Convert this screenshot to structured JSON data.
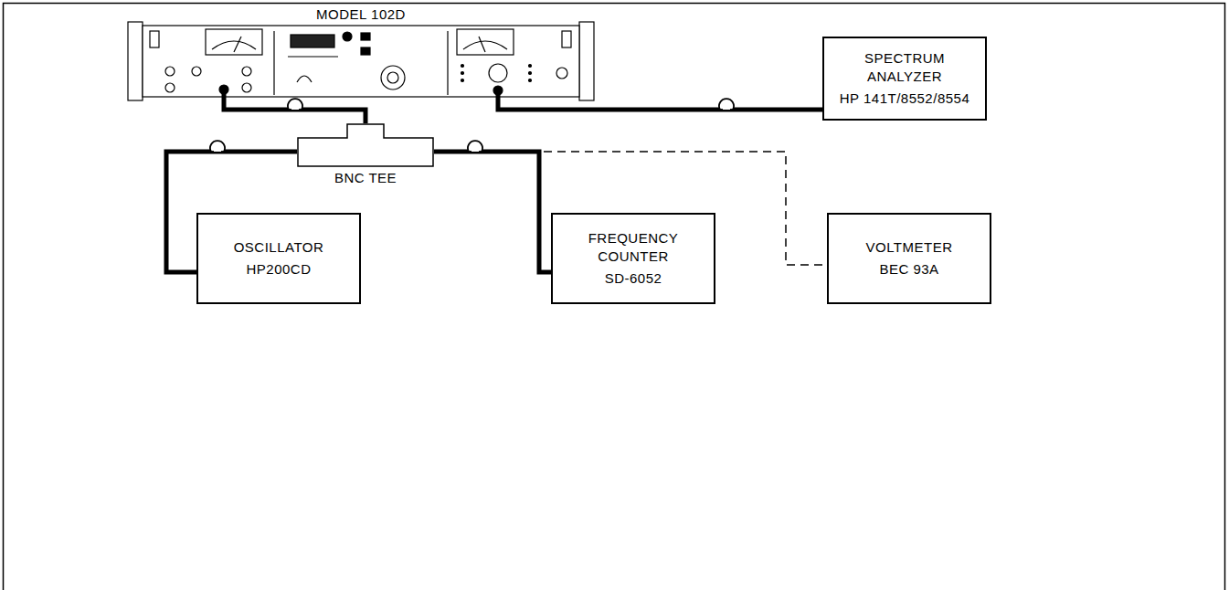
{
  "diagram": {
    "nodes": [
      {
        "text": [
          "MODEL 102D"
        ]
      },
      {
        "text": [
          "BNC TEE"
        ]
      },
      {
        "text": [
          "SPECTRUM ANALYZER",
          "HP 141T/8552/8554"
        ]
      },
      {
        "text": [
          "OSCILLATOR",
          "HP200CD"
        ]
      },
      {
        "text": [
          "FREQUENCY COUNTER",
          "SD-6052"
        ]
      },
      {
        "text": [
          "VOLTMETER",
          "BEC 93A"
        ]
      }
    ],
    "edges": [
      {
        "from": 0,
        "to": 1,
        "arrow": "none"
      },
      {
        "from": 0,
        "to": 2,
        "arrow": "none"
      },
      {
        "from": 1,
        "to": 3,
        "arrow": "none"
      },
      {
        "from": 1,
        "to": 4,
        "arrow": "none"
      },
      {
        "from": 1,
        "to": 5,
        "arrow": "none"
      }
    ]
  }
}
